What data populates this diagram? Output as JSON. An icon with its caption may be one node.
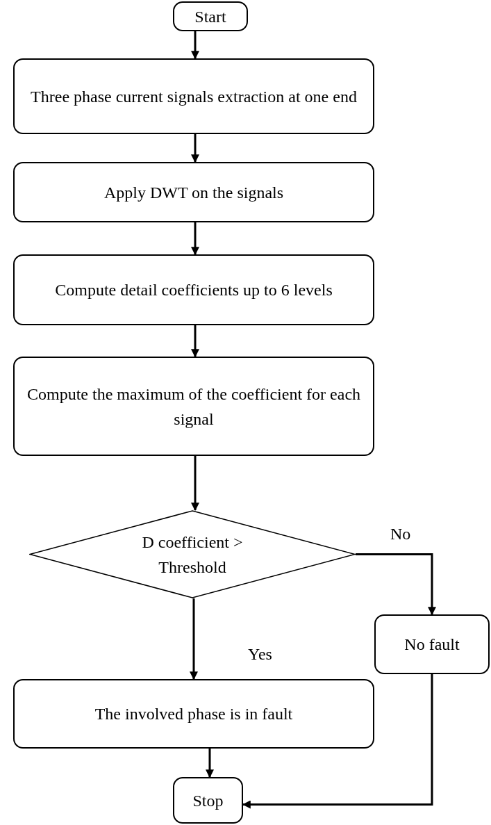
{
  "diagram": {
    "nodes": [
      {
        "text": [
          "Start"
        ]
      },
      {
        "text": [
          "Three phase current signals extraction at one end"
        ]
      },
      {
        "text": [
          "Apply DWT on the signals"
        ]
      },
      {
        "text": [
          "Compute detail coefficients up to 6 levels"
        ]
      },
      {
        "text": [
          "Compute the maximum of the coefficient for each signal"
        ]
      },
      {
        "text": [
          "D coefficient > Threshold"
        ]
      },
      {
        "text": [
          "No fault"
        ]
      },
      {
        "text": [
          "The involved phase is in fault"
        ]
      },
      {
        "text": [
          "Stop"
        ]
      }
    ],
    "edges": [
      {
        "from": 0,
        "to": 1,
        "arrow": "to"
      },
      {
        "from": 1,
        "to": 2,
        "arrow": "to"
      },
      {
        "from": 2,
        "to": 3,
        "arrow": "to"
      },
      {
        "from": 3,
        "to": 4,
        "arrow": "to"
      },
      {
        "from": 4,
        "to": 5,
        "arrow": "to"
      },
      {
        "from": 5,
        "to": 6,
        "arrow": "to",
        "label": "No"
      },
      {
        "from": 5,
        "to": 7,
        "arrow": "to",
        "label": "Yes"
      },
      {
        "from": 7,
        "to": 8,
        "arrow": "to"
      },
      {
        "from": 6,
        "to": 8,
        "arrow": "to"
      }
    ]
  }
}
